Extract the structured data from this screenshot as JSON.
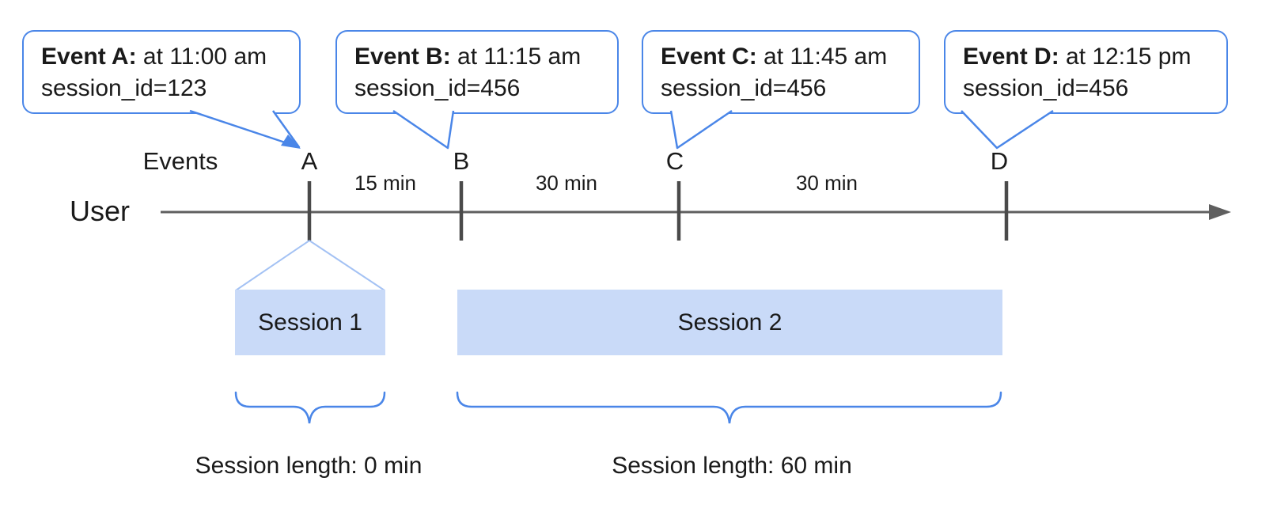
{
  "bubbles": [
    {
      "event": "Event A:",
      "time": " at 11:00 am",
      "session_id": "session_id=123"
    },
    {
      "event": "Event B:",
      "time": " at 11:15 am",
      "session_id": "session_id=456"
    },
    {
      "event": "Event C:",
      "time": " at 11:45 am",
      "session_id": "session_id=456"
    },
    {
      "event": "Event D:",
      "time": " at 12:15 pm",
      "session_id": "session_id=456"
    }
  ],
  "timeline": {
    "user_label": "User",
    "events_label": "Events",
    "ticks": [
      "A",
      "B",
      "C",
      "D"
    ],
    "intervals": [
      "15 min",
      "30 min",
      "30 min"
    ]
  },
  "sessions": [
    {
      "label": "Session 1",
      "length_label": "Session length: 0 min"
    },
    {
      "label": "Session 2",
      "length_label": "Session length: 60 min"
    }
  ],
  "colors": {
    "accent_blue": "#4a86e8",
    "session_fill": "#c9daf8",
    "funnel_stroke": "#a4c2f4",
    "line_gray": "#5f5f5f",
    "tick_gray": "#4a4a4a"
  }
}
